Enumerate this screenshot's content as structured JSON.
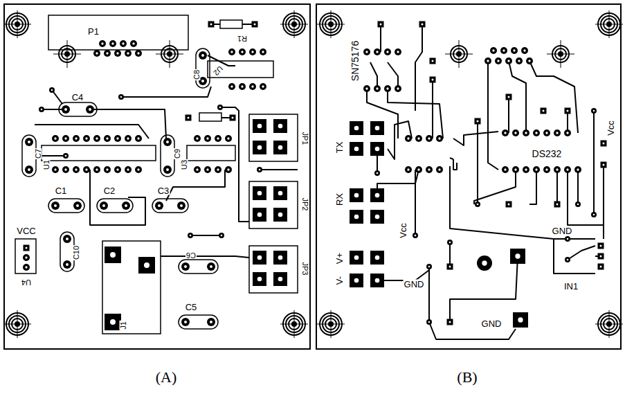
{
  "diagram": {
    "labels": [
      "P1",
      "R1",
      "C8",
      "U2",
      "C4",
      "C7",
      "U1",
      "C9",
      "U3",
      "JP1",
      "JP2",
      "C1",
      "C2",
      "C3",
      "VCC",
      "C10",
      "U4",
      "C6",
      "JP3",
      "J1",
      "C5",
      "(A)",
      "SN75176",
      "TX",
      "RX",
      "Vcc",
      "V+",
      "V-",
      "GND",
      "DS232",
      "Vcc",
      "GND",
      "IN1",
      "GND",
      "(B)"
    ]
  }
}
